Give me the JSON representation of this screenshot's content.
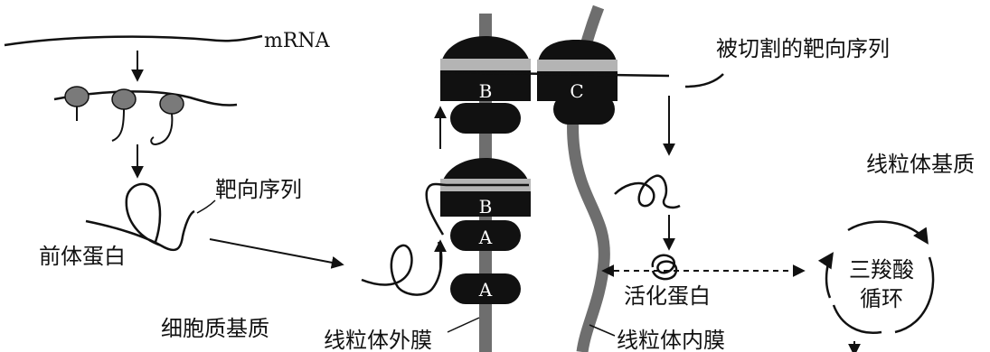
{
  "labels": {
    "mrna": "mRNA",
    "cleaved_targeting_sequence": "被切割的靶向序列",
    "targeting_sequence": "靶向序列",
    "precursor_protein": "前体蛋白",
    "mitochondrial_matrix": "线粒体基质",
    "cytoplasmic_matrix": "细胞质基质",
    "outer_membrane": "线粒体外膜",
    "inner_membrane": "线粒体内膜",
    "active_protein": "活化蛋白",
    "tca_cycle_line1": "三羧酸",
    "tca_cycle_line2": "循环"
  },
  "complexes": {
    "a_lower": "A",
    "a_upper": "A",
    "b_lower": "B",
    "b_upper": "B",
    "c": "C"
  },
  "colors": {
    "membrane": "#6e6e6e",
    "complex": "#111111",
    "ribosome": "#7a7a7a",
    "band": "#b4b4b4",
    "line": "#111111"
  }
}
